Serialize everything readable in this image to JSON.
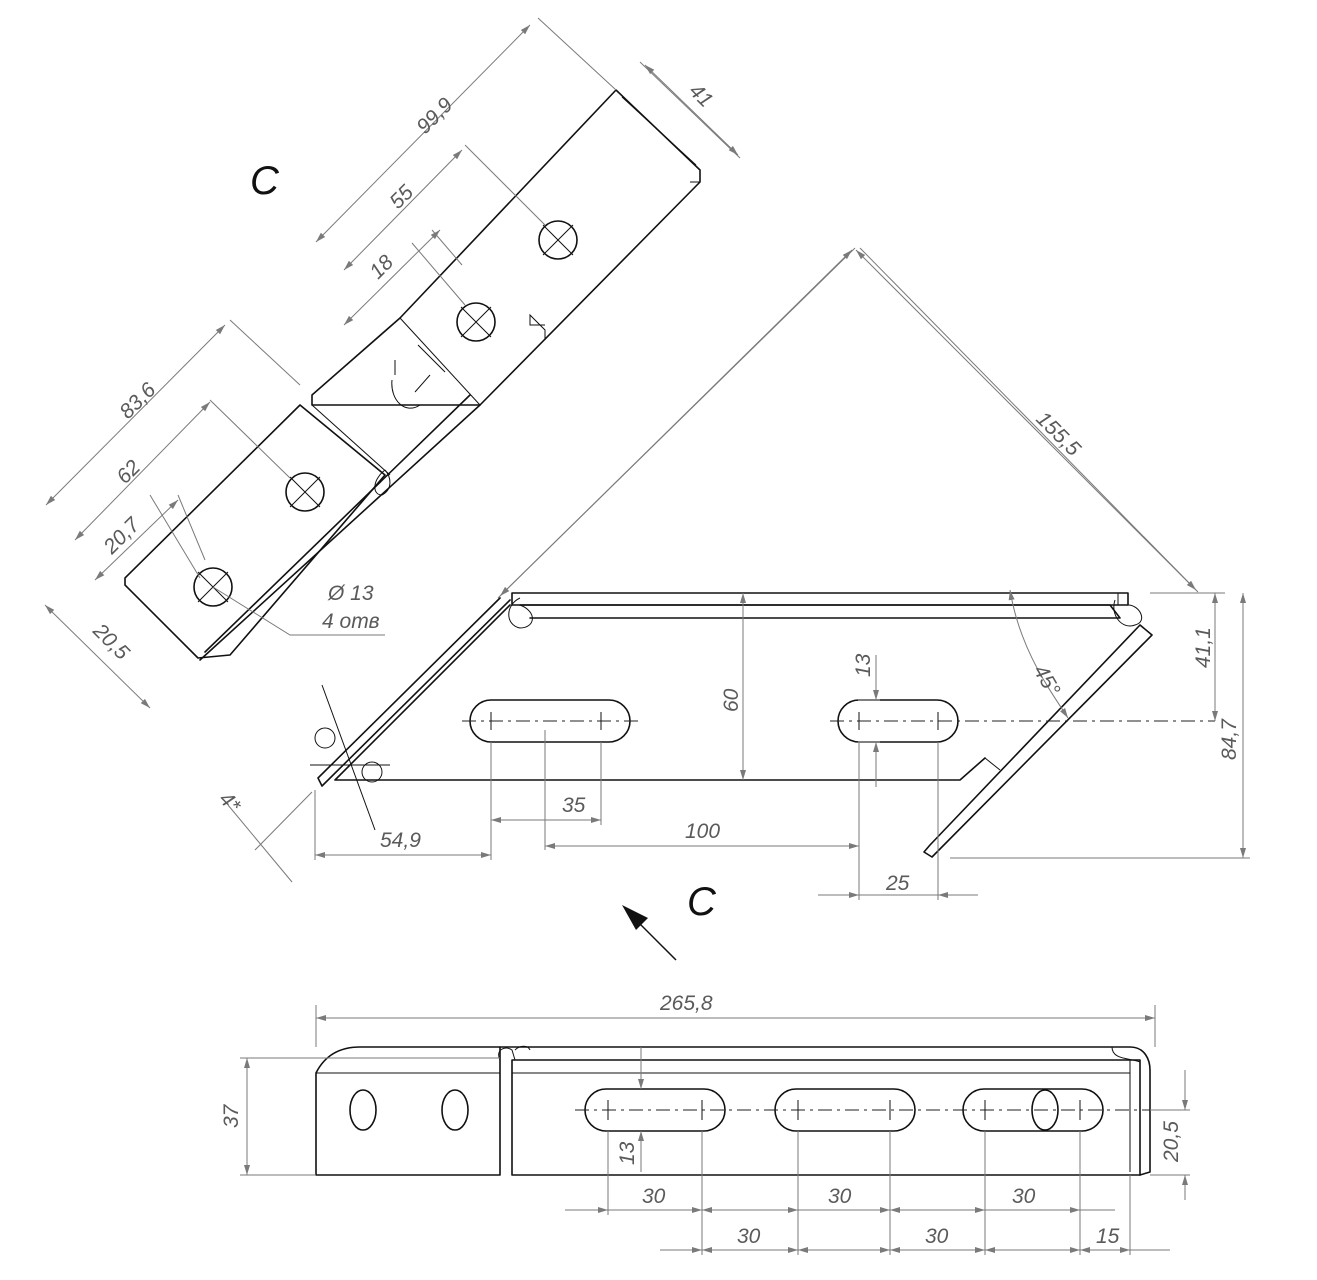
{
  "view_label": "C",
  "view_b": {
    "dims": {
      "total": "99,9",
      "hole_a": "55",
      "hole_b": "18",
      "width": "41",
      "lower_total": "83,6",
      "lower_a": "62",
      "lower_b": "20,7",
      "edge": "20,5",
      "hole_note": "Ø 13",
      "hole_count": "4 отв"
    }
  },
  "view_main": {
    "dims": {
      "diag": "155,5",
      "height": "60",
      "slot_w": "13",
      "angle": "45°",
      "h1": "41,1",
      "h2": "84,7",
      "d35": "35",
      "d100": "100",
      "d549": "54,9",
      "d25": "25",
      "star": "4*"
    }
  },
  "view_bottom": {
    "dims": {
      "length": "265,8",
      "height": "37",
      "slot_w": "13",
      "side": "20,5",
      "p1": "30",
      "p2": "30",
      "p3": "30",
      "p4": "30",
      "p5": "30",
      "p6": "15"
    }
  },
  "colors": {
    "line": "#111111",
    "dimension": "#7a7a7a",
    "text": "#5a5a5a"
  }
}
